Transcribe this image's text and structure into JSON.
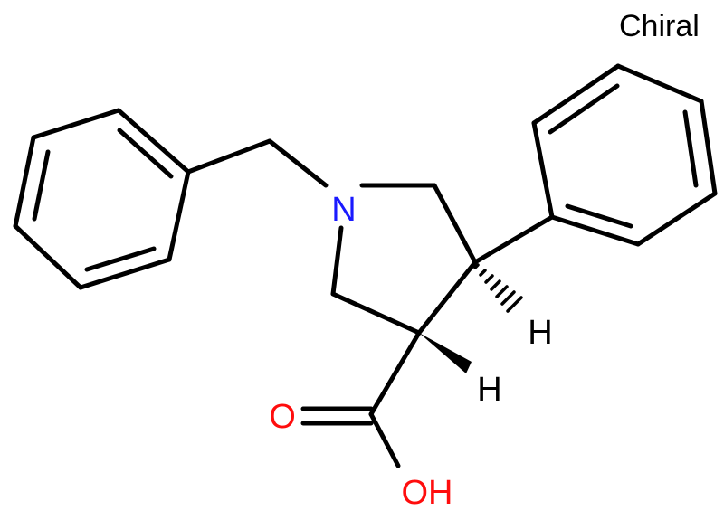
{
  "stereo_flag": "Chiral",
  "atoms": {
    "nitrogen": "N",
    "hydrogen_top": "H",
    "hydrogen_bottom": "H",
    "oxygen_carbonyl": "O",
    "hydroxyl": "OH"
  },
  "colors": {
    "bond": "#000000",
    "nitrogen": "#1a1aff",
    "oxygen": "#ff0d0d",
    "hydrogen": "#000000"
  }
}
